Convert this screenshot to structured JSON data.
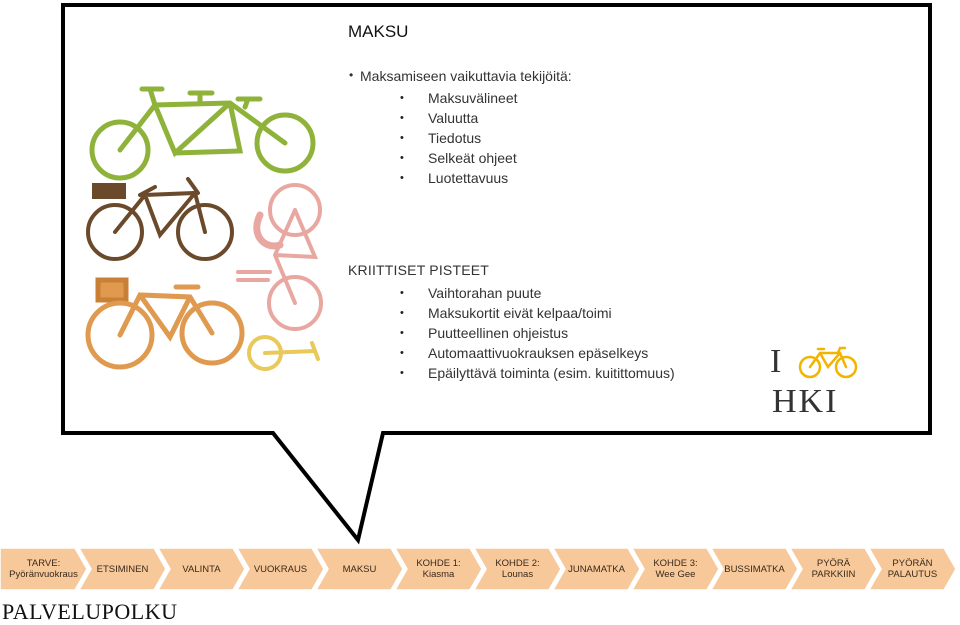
{
  "slide": {
    "title": "MAKSU",
    "section1": {
      "heading": "Maksamiseen vaikuttavia tekijöitä:",
      "items": [
        "Maksuvälineet",
        "Valuutta",
        "Tiedotus",
        "Selkeät ohjeet",
        "Luotettavuus"
      ]
    },
    "section2": {
      "heading": "KRIITTISET PISTEET",
      "items": [
        "Vaihtorahan puute",
        "Maksukortit eivät kelpaa/toimi",
        "Puutteellinen ohjeistus",
        "Automaattivuokrauksen epäselkeys",
        "Epäilyttävä toiminta (esim. kuitittomuus)"
      ]
    },
    "logo": {
      "top": "I",
      "bottom": "HKI"
    },
    "footer": "PALVELUPOLKU"
  },
  "path": {
    "steps": [
      {
        "label": "TARVE:\nPyöränvuokraus"
      },
      {
        "label": "ETSIMINEN"
      },
      {
        "label": "VALINTA"
      },
      {
        "label": "VUOKRAUS"
      },
      {
        "label": "MAKSU"
      },
      {
        "label": "KOHDE 1:\nKiasma"
      },
      {
        "label": "KOHDE 2:\nLounas"
      },
      {
        "label": "JUNAMATKA"
      },
      {
        "label": "KOHDE 3:\nWee Gee"
      },
      {
        "label": "BUSSIMATKA"
      },
      {
        "label": "PYÖRÄ\nPARKKIIN"
      },
      {
        "label": "PYÖRÄN\nPALAUTUS"
      }
    ]
  },
  "colors": {
    "green": "#8fb33a",
    "brown": "#6b4a2b",
    "pink": "#e8a7a0",
    "orange": "#e09a4f",
    "yellow": "#e8c95a",
    "logo_yellow": "#f2b400"
  }
}
